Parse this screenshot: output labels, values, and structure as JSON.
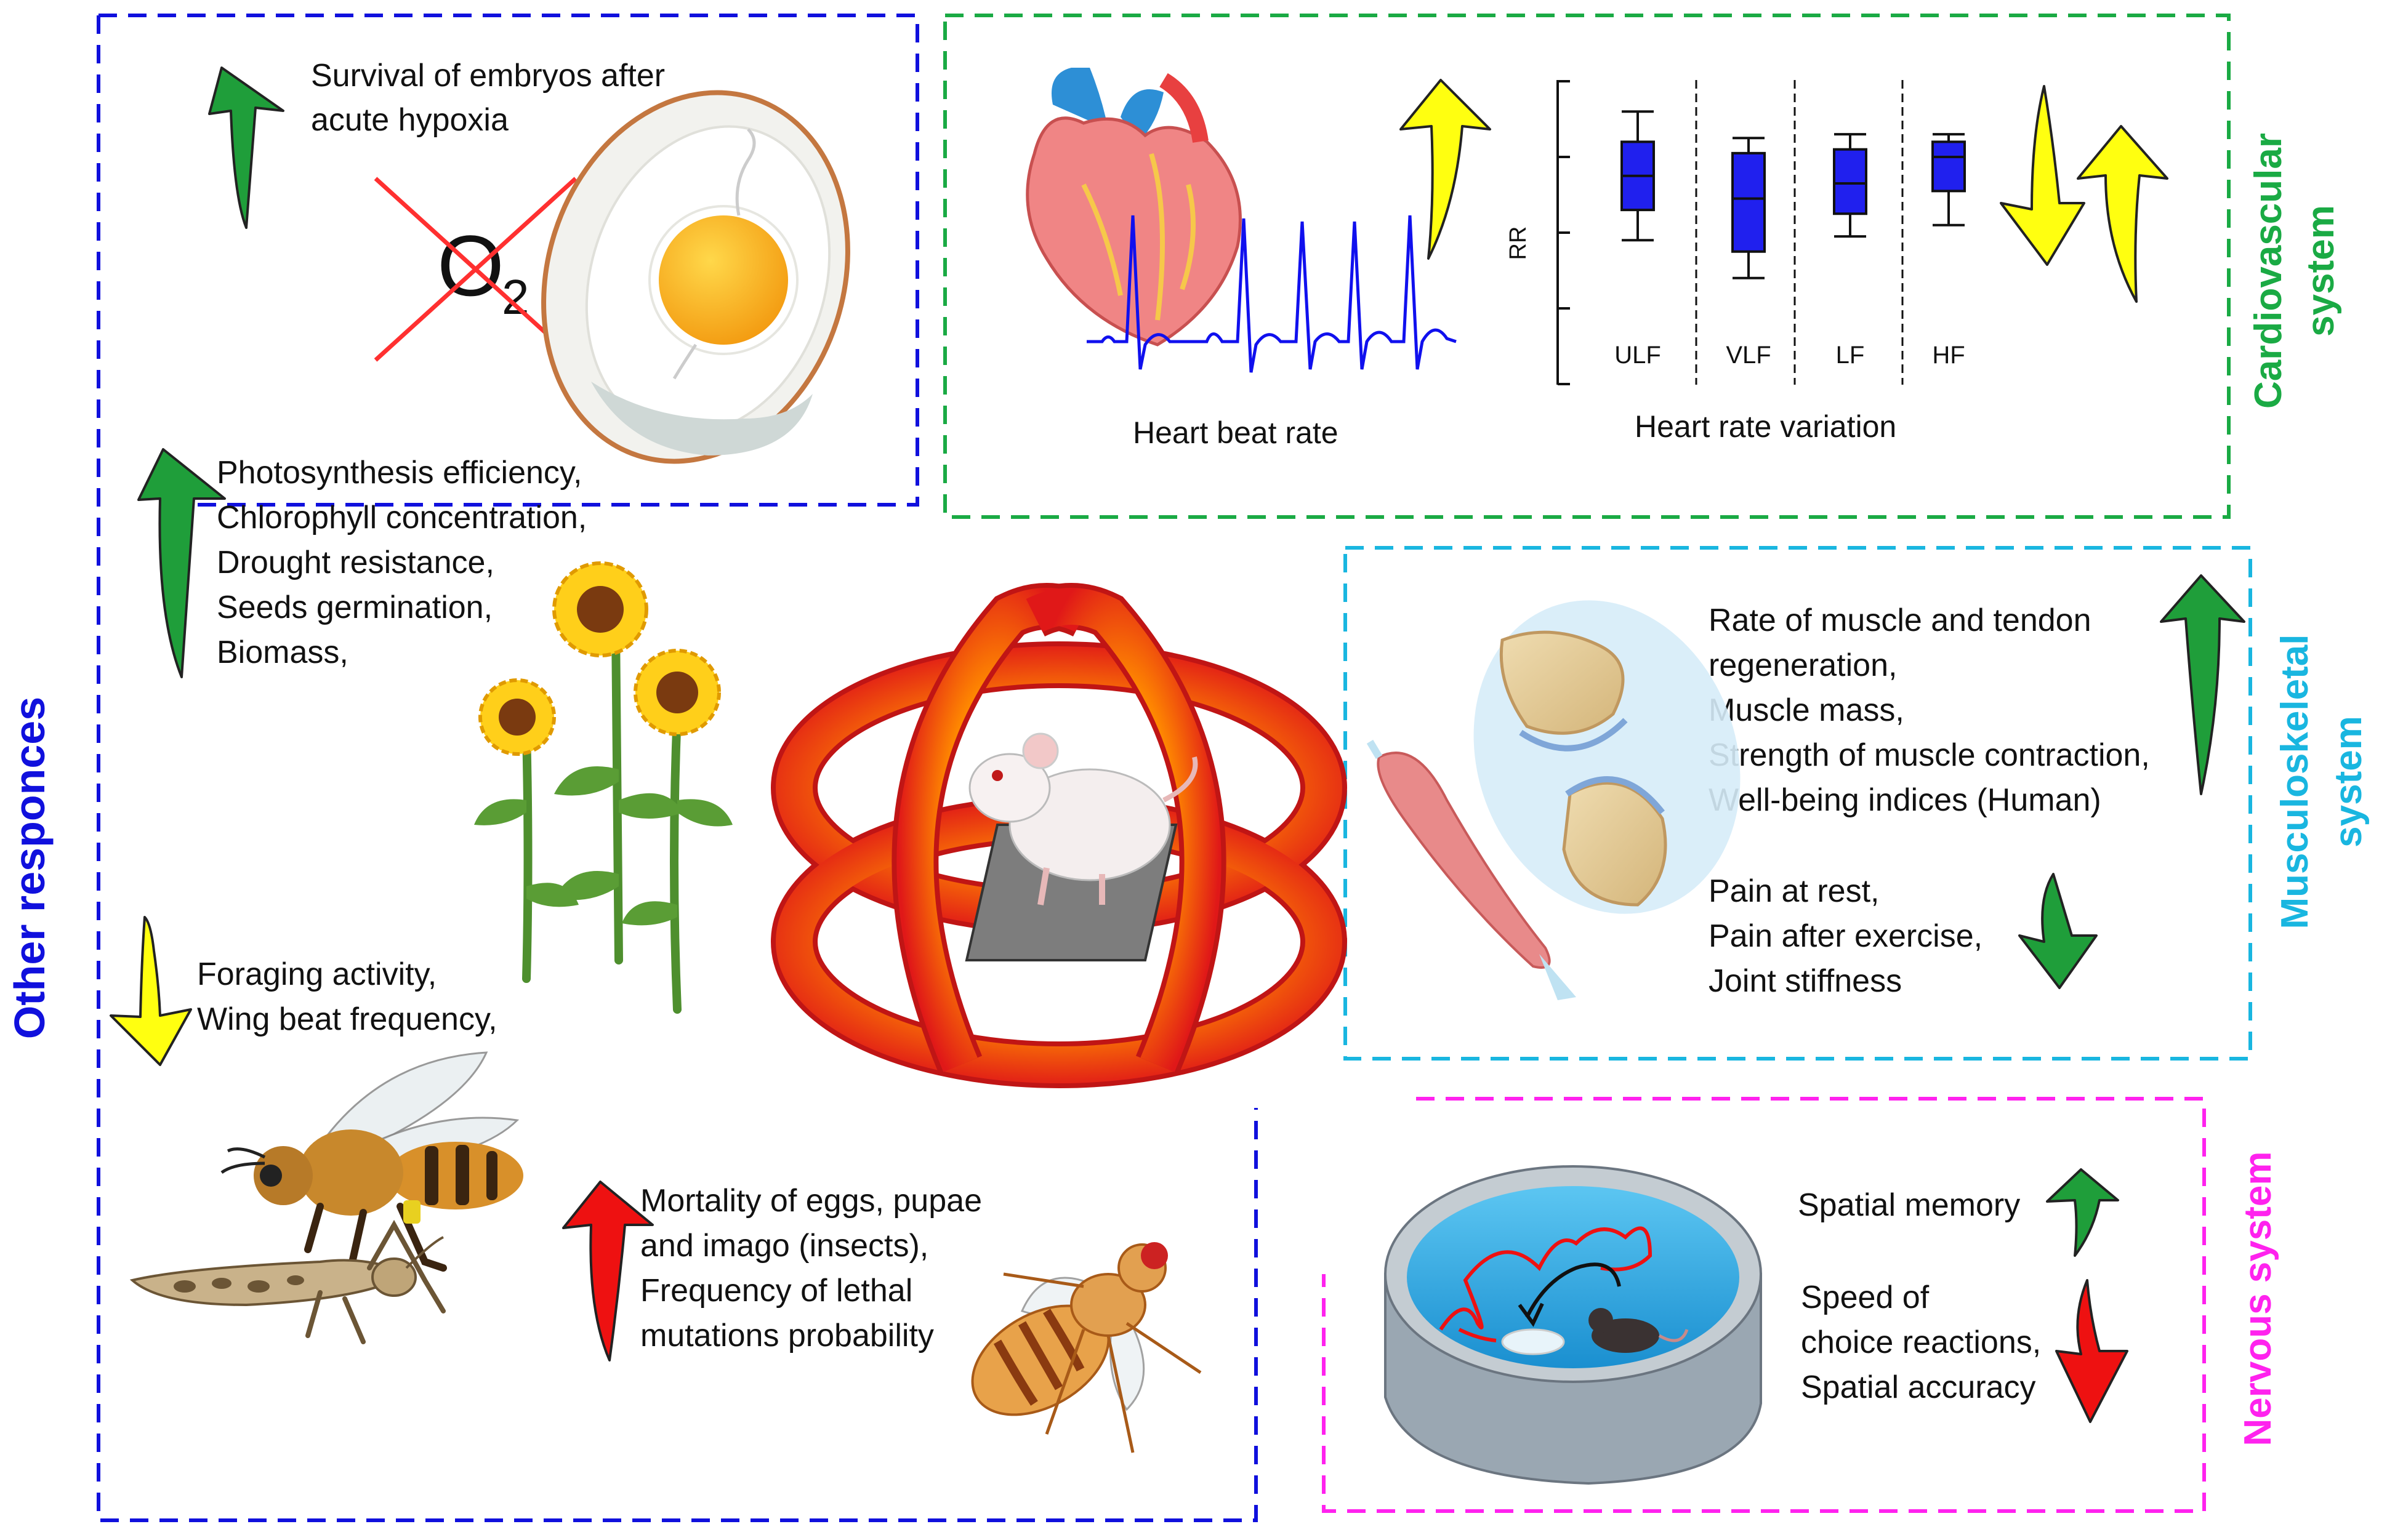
{
  "colors": {
    "other": "#1010dd",
    "cardio": "#1aaa44",
    "musculo": "#19b6e0",
    "nervous": "#ff22ee",
    "arrow_green": "#1f9e3a",
    "arrow_yellow": "#ffff10",
    "arrow_red": "#ee1111",
    "box_blue": "#2020ee"
  },
  "sections": {
    "other": "Other responces",
    "cardio_line1": "Cardiovascular",
    "cardio_line2": "system",
    "musculo_line1": "Musculoskeletal",
    "musculo_line2": "system",
    "nervous": "Nervous system"
  },
  "embryo": {
    "line1": "Survival of embryos after",
    "line2": "acute hypoxia",
    "o2": "O",
    "o2_sub": "2"
  },
  "plants": [
    "Photosynthesis efficiency,",
    "Chlorophyll concentration,",
    "Drought resistance,",
    "Seeds germination,",
    "Biomass,"
  ],
  "bees": [
    "Foraging activity,",
    "Wing beat frequency,"
  ],
  "insects": [
    "Mortality of eggs, pupae",
    "and imago (insects),",
    "Frequency of lethal",
    "mutations probability"
  ],
  "heart": {
    "label": "Heart beat rate"
  },
  "hrv": {
    "label": "Heart rate variation",
    "ylabel": "RR"
  },
  "chart_data": {
    "type": "box",
    "categories": [
      "ULF",
      "VLF",
      "LF",
      "HF"
    ],
    "ylabel": "RR",
    "xlabel": "Heart rate variation",
    "ylim": [
      0,
      4
    ],
    "boxes": [
      {
        "category": "ULF",
        "min": 1.9,
        "q1": 2.3,
        "median": 2.75,
        "q3": 3.2,
        "max": 3.6
      },
      {
        "category": "VLF",
        "min": 1.4,
        "q1": 1.75,
        "median": 2.45,
        "q3": 3.05,
        "max": 3.25
      },
      {
        "category": "LF",
        "min": 1.95,
        "q1": 2.25,
        "median": 2.65,
        "q3": 3.1,
        "max": 3.3
      },
      {
        "category": "HF",
        "min": 2.1,
        "q1": 2.55,
        "median": 3.0,
        "q3": 3.2,
        "max": 3.3
      }
    ]
  },
  "muscle": [
    "Rate of muscle and tendon",
    "regeneration,",
    "Muscle mass,",
    "Strength of muscle contraction,",
    "Well-being indices (Human)"
  ],
  "pain": [
    "Pain at rest,",
    "Pain after exercise,",
    "Joint stiffness"
  ],
  "nervous": {
    "memory": "Spatial memory",
    "speed": [
      "Speed of",
      "choice reactions,",
      "Spatial accuracy"
    ]
  }
}
